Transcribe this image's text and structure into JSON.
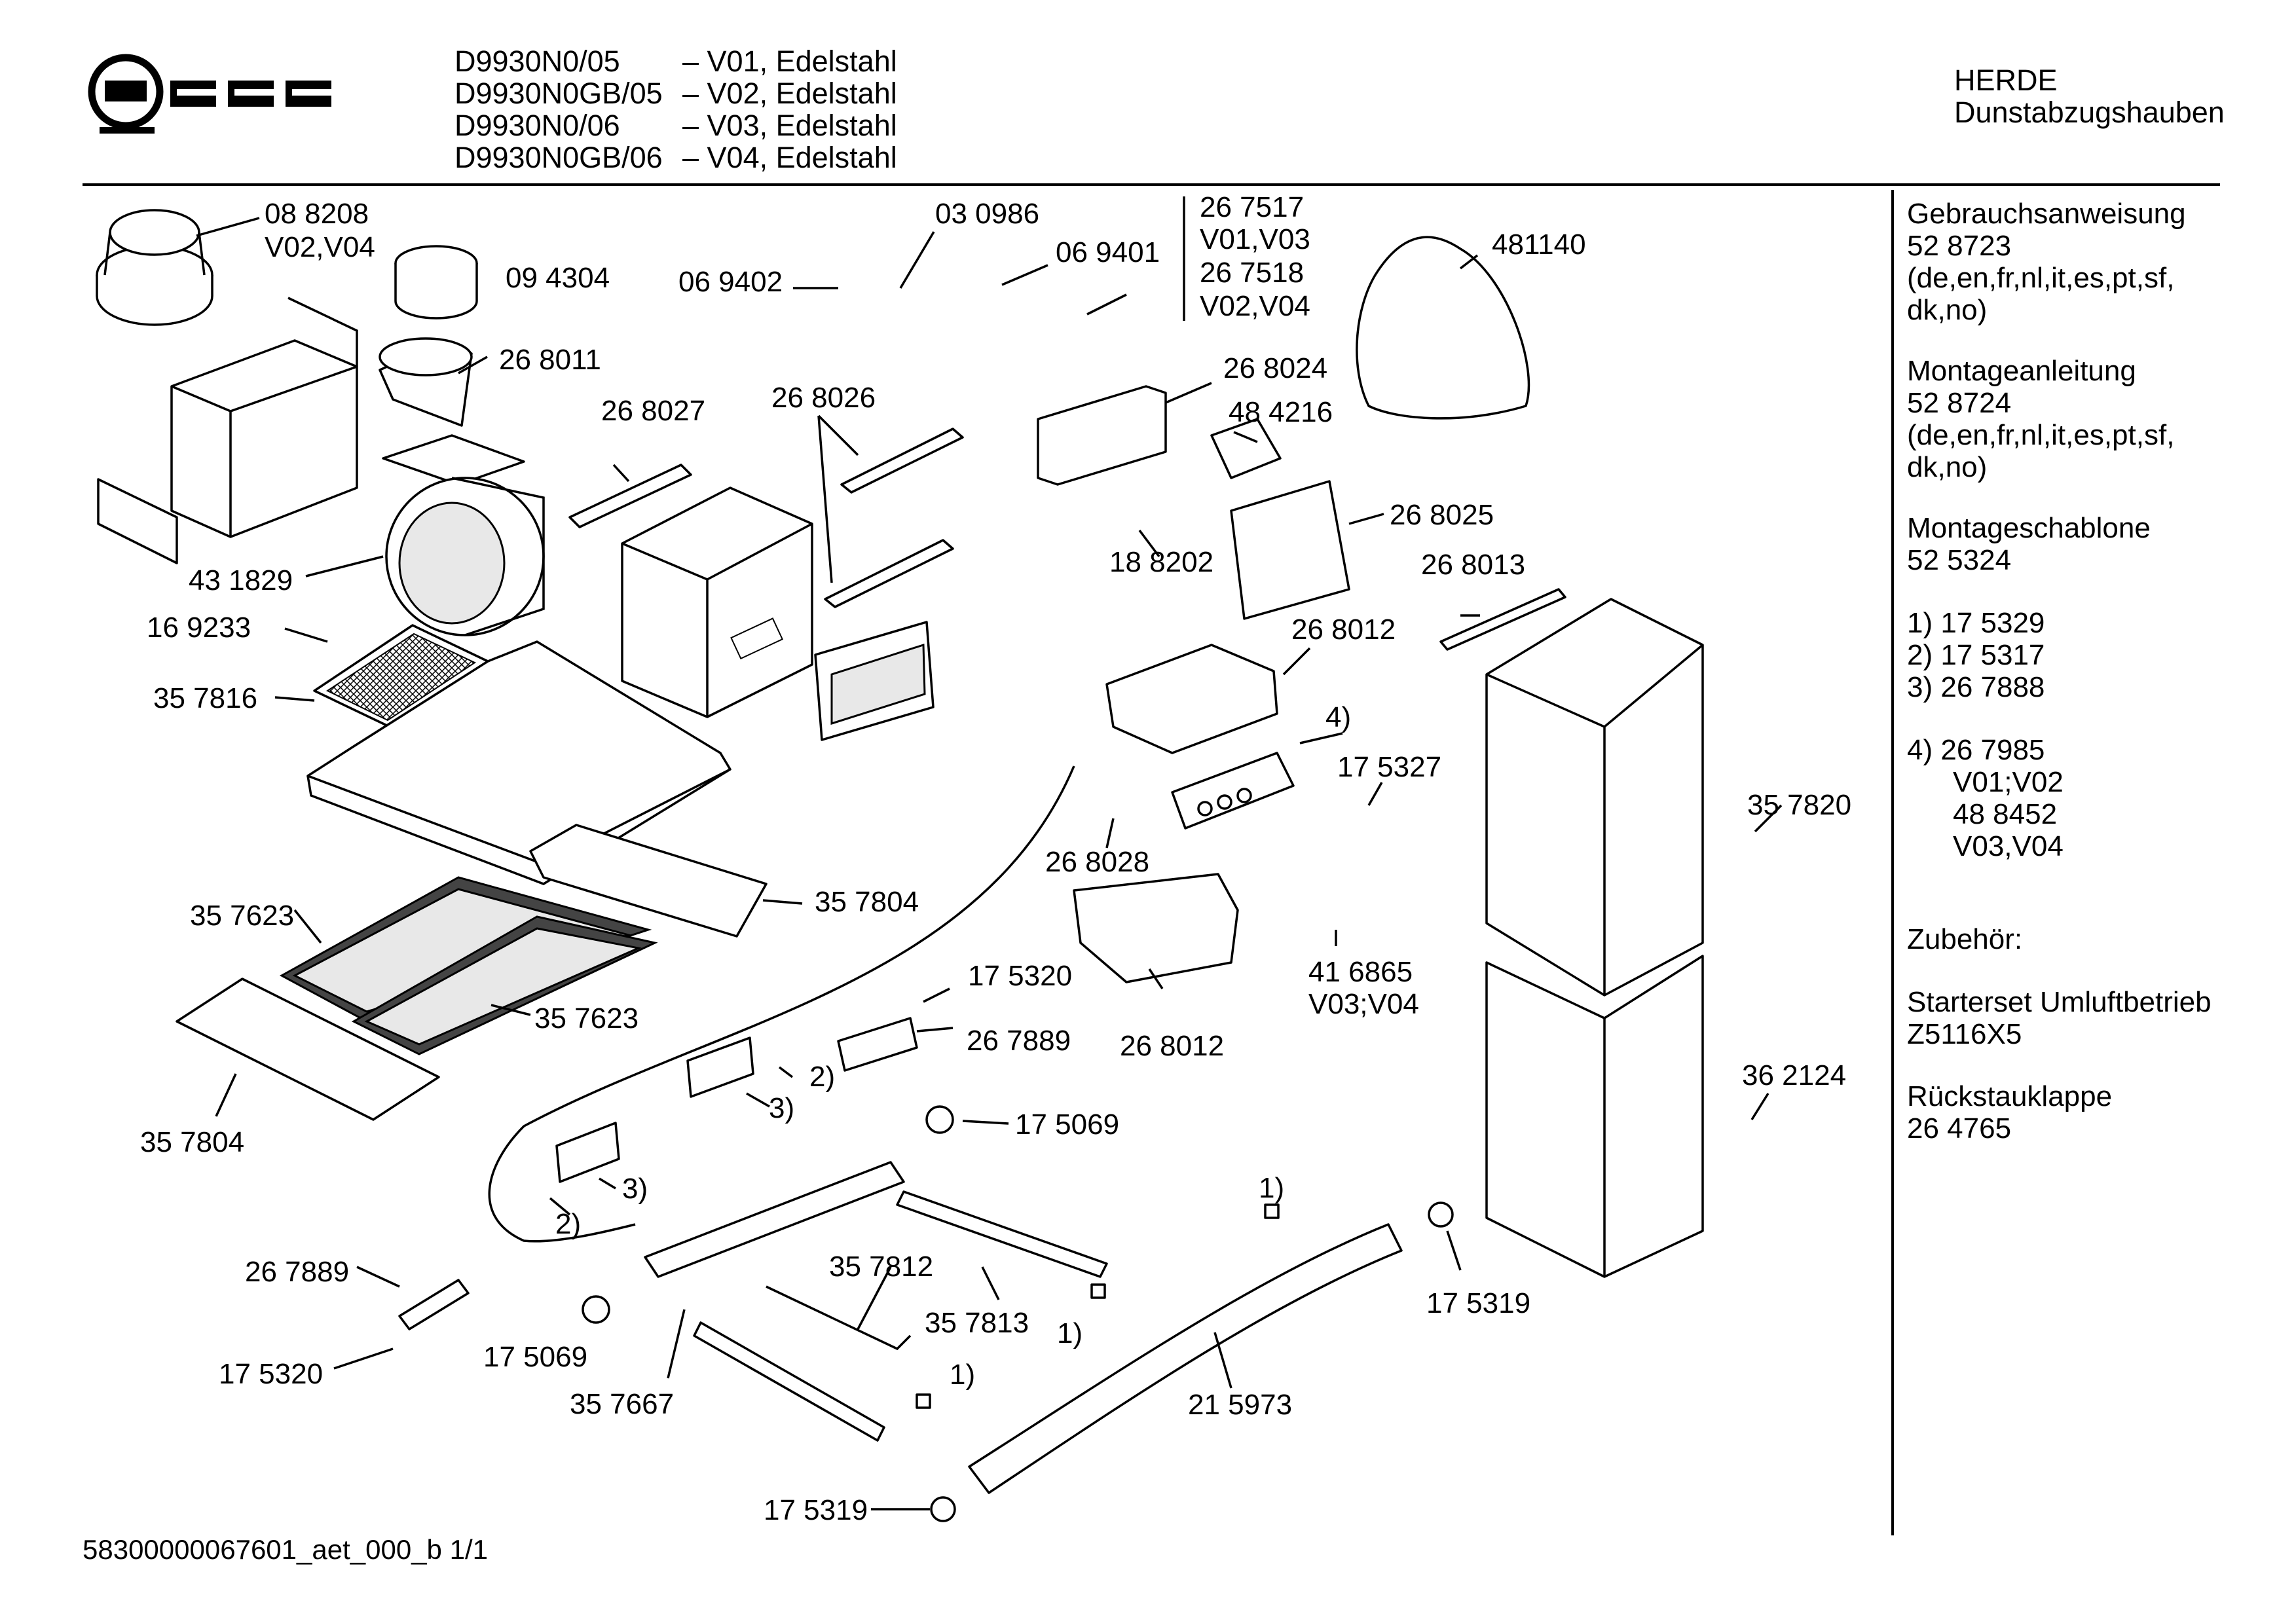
{
  "header": {
    "brand": "NEFF",
    "models": [
      {
        "code": "D9930N0/05",
        "variant": "– V01, Edelstahl"
      },
      {
        "code": "D9930N0GB/05",
        "variant": "– V02, Edelstahl"
      },
      {
        "code": "D9930N0/06",
        "variant": "– V03, Edelstahl"
      },
      {
        "code": "D9930N0GB/06",
        "variant": "– V04, Edelstahl"
      }
    ],
    "category": "HERDE",
    "subcategory": "Dunstabzugshauben"
  },
  "parts": [
    "08 8208",
    "V02,V04",
    "09 4304",
    "26 8011",
    "26 8027",
    "26 8026",
    "06 9402",
    "03 0986",
    "06 9401",
    "26 7517",
    "V01,V03",
    "26 7518",
    "V02,V04",
    "481140",
    "26 8024",
    "48 4216",
    "43 1829",
    "18 8202",
    "26 8025",
    "16 9233",
    "26 8013",
    "35 7816",
    "26 8012",
    "4)",
    "17 5327",
    "35 7820",
    "26 8028",
    "35 7804",
    "35 7623",
    "17 5320",
    "26 7889",
    "26 8012",
    "41 6865",
    "V03;V04",
    "35 7623",
    "2)",
    "36 2124",
    "35 7804",
    "3)",
    "17 5069",
    "1)",
    "3)",
    "2)",
    "35 7812",
    "26 7889",
    "35 7813",
    "1)",
    "17 5319",
    "17 5320",
    "17 5069",
    "1)",
    "35 7667",
    "21 5973",
    "17 5319"
  ],
  "sidebar": {
    "blocks": [
      [
        "Gebrauchsanweisung",
        "52 8723",
        "(de,en,fr,nl,it,es,pt,sf,",
        "dk,no)"
      ],
      [
        "Montageanleitung",
        "52 8724",
        "(de,en,fr,nl,it,es,pt,sf,",
        "dk,no)"
      ],
      [
        "Montageschablone",
        "52 5324"
      ],
      [
        "1) 17 5329",
        "2) 17 5317",
        "3) 26 7888"
      ],
      [
        "4) 26 7985",
        "V01;V02",
        "48 8452",
        "V03,V04"
      ],
      [
        "Zubehör:"
      ],
      [
        "Starterset Umluftbetrieb",
        "Z5116X5"
      ],
      [
        "Rückstauklappe",
        "26 4765"
      ]
    ]
  },
  "footer": {
    "doc_id": "58300000067601_aet_000_b 1/1"
  }
}
